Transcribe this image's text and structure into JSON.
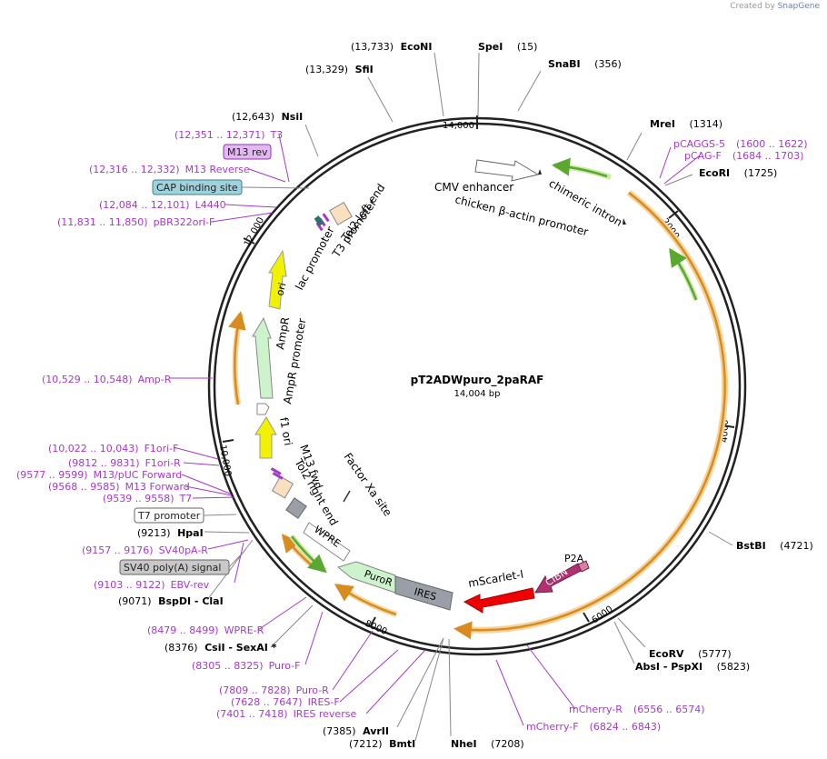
{
  "credit": {
    "prefix": "Created by",
    "brand": "SnapGene"
  },
  "plasmid": {
    "name": "pT2ADWpuro_2paRAF",
    "size": "14,004 bp",
    "length_bp": 14004
  },
  "ticks": [
    "14,000",
    "2000",
    "4000",
    "6000",
    "8000",
    "10,000",
    "12,000"
  ],
  "sites": [
    {
      "pos": "(13,733)",
      "name": "EcoNI"
    },
    {
      "name": "SpeI",
      "pos": "(15)"
    },
    {
      "name": "SnaBI",
      "pos": "(356)"
    },
    {
      "pos": "(13,329)",
      "name": "SfiI"
    },
    {
      "pos": "(12,643)",
      "name": "NsiI"
    },
    {
      "name": "MreI",
      "pos": "(1314)"
    },
    {
      "name": "EcoRI",
      "pos": "(1725)"
    },
    {
      "name": "BstBI",
      "pos": "(4721)"
    },
    {
      "name": "EcoRV",
      "pos": "(5777)"
    },
    {
      "name": "AbsI - PspXI",
      "pos": "(5823)"
    },
    {
      "pos": "(9213)",
      "name": "HpaI"
    },
    {
      "pos": "(9071)",
      "name": "BspDI - ClaI"
    },
    {
      "pos": "(8376)",
      "name": "CsiI - SexAI *"
    },
    {
      "pos": "(7385)",
      "name": "AvrII"
    },
    {
      "pos": "(7212)",
      "name": "BmtI"
    },
    {
      "name": "NheI",
      "pos": "(7208)"
    }
  ],
  "primers": [
    {
      "range": "(12,351 .. 12,371)",
      "name": "T3"
    },
    {
      "range": "(12,316 .. 12,332)",
      "name": "M13 Reverse"
    },
    {
      "range": "(12,084 .. 12,101)",
      "name": "L4440"
    },
    {
      "range": "(11,831 .. 11,850)",
      "name": "pBR322ori-F"
    },
    {
      "name": "pCAGGS-5",
      "range": "(1600 .. 1622)"
    },
    {
      "name": "pCAG-F",
      "range": "(1684 .. 1703)"
    },
    {
      "range": "(10,529 .. 10,548)",
      "name": "Amp-R"
    },
    {
      "range": "(10,022 .. 10,043)",
      "name": "F1ori-F"
    },
    {
      "range": "(9812 .. 9831)",
      "name": "F1ori-R"
    },
    {
      "range": "(9577 .. 9599)",
      "name": "M13/pUC Forward"
    },
    {
      "range": "(9568 .. 9585)",
      "name": "M13 Forward"
    },
    {
      "range": "(9539 .. 9558)",
      "name": "T7"
    },
    {
      "range": "(9157 .. 9176)",
      "name": "SV40pA-R"
    },
    {
      "range": "(9103 .. 9122)",
      "name": "EBV-rev"
    },
    {
      "range": "(8479 .. 8499)",
      "name": "WPRE-R"
    },
    {
      "range": "(8305 .. 8325)",
      "name": "Puro-F"
    },
    {
      "range": "(7809 .. 7828)",
      "name": "Puro-R"
    },
    {
      "range": "(7628 .. 7647)",
      "name": "IRES-F"
    },
    {
      "range": "(7401 .. 7418)",
      "name": "IRES reverse"
    },
    {
      "name": "mCherry-R",
      "range": "(6556 .. 6574)"
    },
    {
      "name": "mCherry-F",
      "range": "(6824 .. 6843)"
    }
  ],
  "boxed_labels": [
    "M13 rev",
    "CAP binding site",
    "T7 promoter",
    "SV40 poly(A) signal"
  ],
  "features": {
    "cmv_enhancer": "CMV enhancer",
    "chicken_actin": "chicken β-actin promoter",
    "chimeric_intron": "chimeric intron",
    "tol2_left": "Tol2 left end",
    "t3_promoter": "T3 promoter",
    "lac_promoter": "lac promoter",
    "ori": "ori",
    "ampr": "AmpR",
    "ampr_promoter": "AmpR promoter",
    "f1_ori": "f1 ori",
    "m13_fwd": "M13 fwd",
    "tol2_right": "Tol2 right end",
    "factor_xa": "Factor Xa site",
    "wpre": "WPRE",
    "puror": "PuroR",
    "ires": "IRES",
    "mscarlet": "mScarlet-I",
    "cibn": "CIBN",
    "p2a": "P2A"
  },
  "colors": {
    "primer": "#a43ac8",
    "ori": "#f2f200",
    "ampr": "#cdf3cc",
    "puror": "#cdf3cc",
    "ires": "#9a9fa7",
    "mscarlet": "#ee0000",
    "cibn": "#b03070",
    "orange_primer": "#e8a23c",
    "green_primer": "#5aa830",
    "cap_box": "#9ed2dc",
    "m13rev_box": "#e3b7f2",
    "t7_box": "#ffffff",
    "sv40_box": "#c8c8c8",
    "tol2": "#fbe0c0"
  }
}
